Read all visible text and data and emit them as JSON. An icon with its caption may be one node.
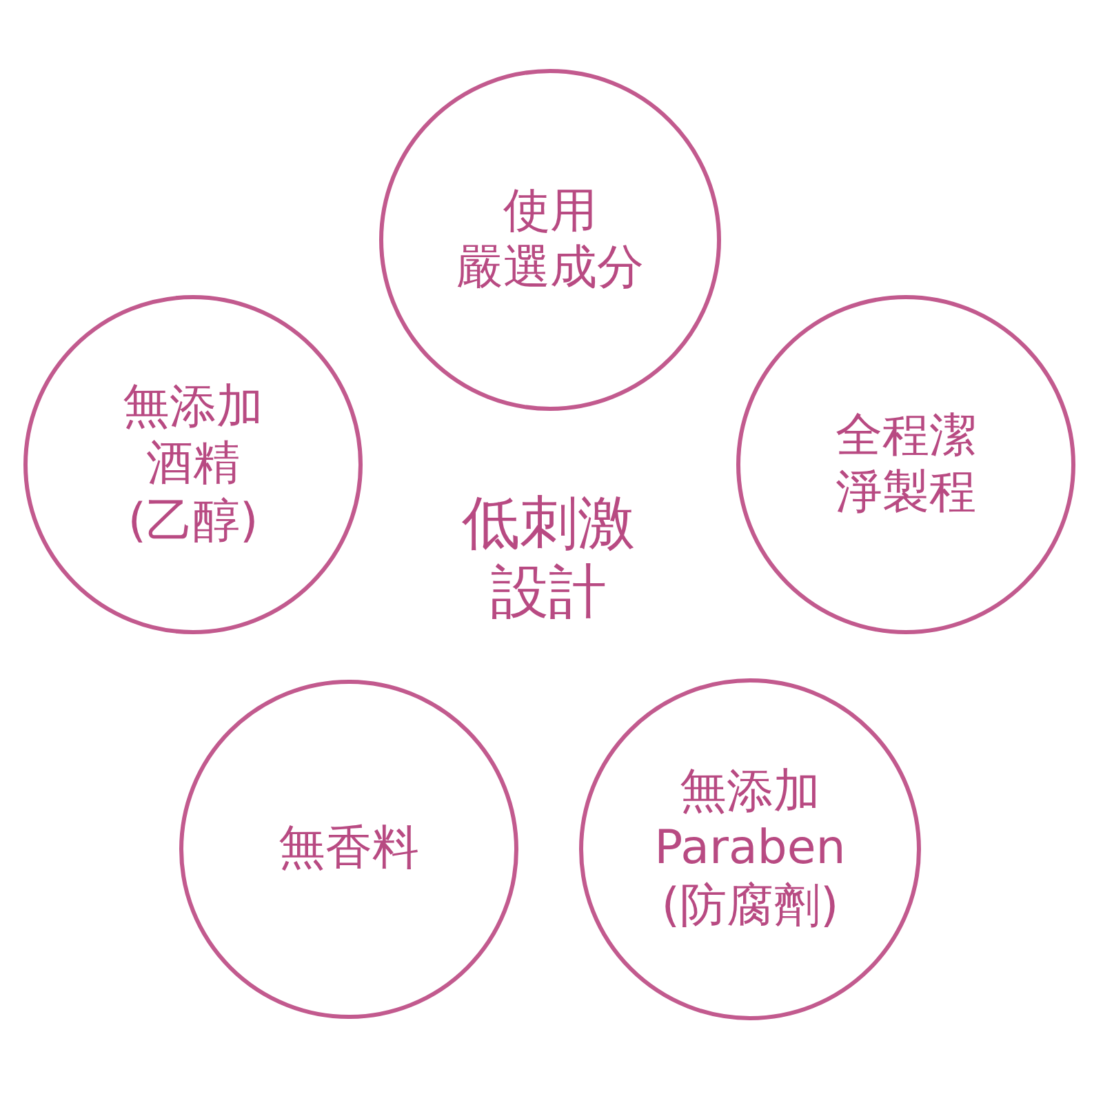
{
  "diagram": {
    "nodes": [
      {
        "text": [
          "使用嚴選成分"
        ]
      },
      {
        "text": [
          "無添加酒精(乙醇)"
        ]
      },
      {
        "text": [
          "全程潔淨製程"
        ]
      },
      {
        "text": [
          "無香料"
        ]
      },
      {
        "text": [
          "無添加Paraben(防腐劑)"
        ]
      }
    ],
    "labels": [
      "低刺激設計"
    ]
  }
}
